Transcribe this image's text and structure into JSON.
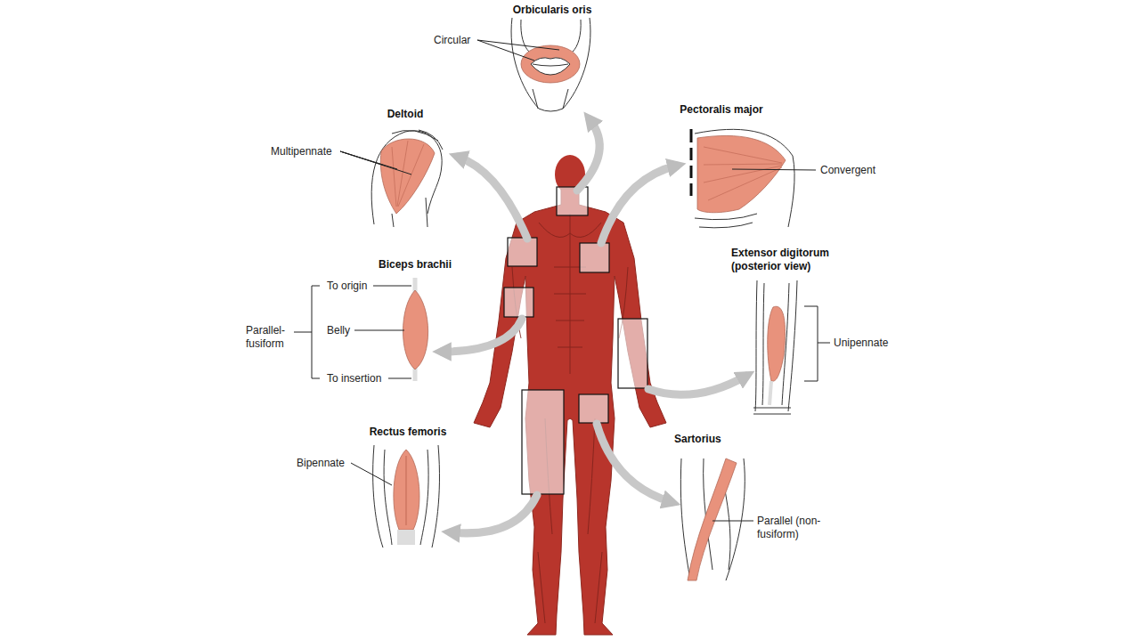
{
  "diagram": {
    "labels": [
      "Orbicularis oris",
      "Circular",
      "Deltoid",
      "Multipennate",
      "Pectoralis major",
      "Convergent",
      "Biceps brachii",
      "To origin",
      "Belly",
      "To insertion",
      "Parallel- fusiform",
      "Extensor digitorum (posterior view)",
      "Unipennate",
      "Rectus femoris",
      "Bipennate",
      "Sartorius",
      "Parallel (non-fusiform)"
    ]
  }
}
